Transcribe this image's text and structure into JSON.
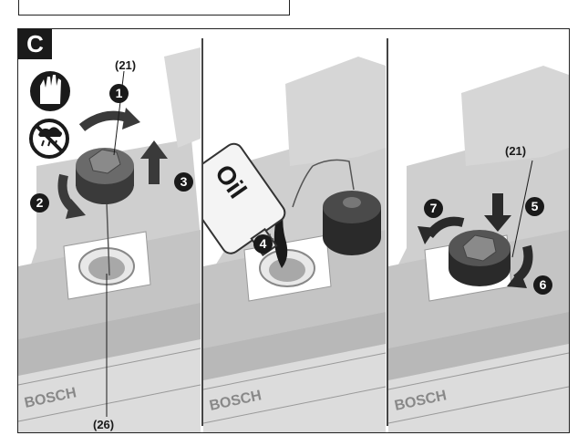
{
  "figure": {
    "section_letter": "C",
    "panels": [
      {
        "labels": [
          "(21)",
          "(26)"
        ],
        "steps": [
          "1",
          "2",
          "3"
        ],
        "icons": [
          "gloves-icon",
          "no-rain-icon"
        ]
      },
      {
        "bottle_text": "Oil",
        "steps": [
          "4"
        ]
      },
      {
        "labels": [
          "(21)"
        ],
        "steps": [
          "5",
          "6",
          "7"
        ]
      }
    ],
    "brand": "BOSCH"
  }
}
